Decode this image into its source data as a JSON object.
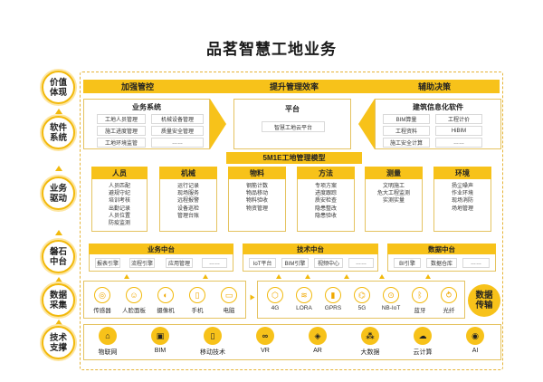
{
  "title": "品茗智慧工地业务",
  "layers": [
    {
      "label": "价值\n体现"
    },
    {
      "label": "软件\n系统"
    },
    {
      "label": "业务\n驱动"
    },
    {
      "label": "磐石\n中台"
    },
    {
      "label": "数据\n采集"
    },
    {
      "label": "技术\n支撑"
    }
  ],
  "value": [
    "加强管控",
    "提升管理效率",
    "辅助决策"
  ],
  "software": {
    "business": {
      "title": "业务系统",
      "items": [
        "工地人员管理",
        "机械设备管理",
        "施工进度管理",
        "质量安全管理",
        "工地环境监管",
        "……"
      ]
    },
    "platform": {
      "title": "平台",
      "items": [
        "智慧工地云平台"
      ]
    },
    "building": {
      "title": "建筑信息化软件",
      "items": [
        "BIM算量",
        "工程计价",
        "工程资料",
        "HiBIM",
        "施工安全计算",
        "……"
      ]
    }
  },
  "model": {
    "title": "5M1E工地管理模型"
  },
  "drivers": [
    {
      "title": "人员",
      "items": [
        "人员匹配",
        "避规守纪",
        "培训考核",
        "出勤记录",
        "人员位置",
        "防疫监测"
      ]
    },
    {
      "title": "机械",
      "items": [
        "运行记录",
        "现场服务",
        "远程报警",
        "设备巡检",
        "管理台账"
      ]
    },
    {
      "title": "物料",
      "items": [
        "钢筋计数",
        "物品移动",
        "物料验收",
        "物资管理"
      ]
    },
    {
      "title": "方法",
      "items": [
        "专项方案",
        "进度跟踪",
        "质安检查",
        "隐患整改",
        "隐患验收"
      ]
    },
    {
      "title": "测量",
      "items": [
        "文明施工",
        "危大工程监测",
        "实测实量"
      ]
    },
    {
      "title": "环境",
      "items": [
        "扬尘噪声",
        "作业环境",
        "现场消防",
        "场地管理"
      ]
    }
  ],
  "middle": [
    {
      "title": "业务中台",
      "items": [
        "报表引擎",
        "流程引擎",
        "应用管理",
        "……"
      ]
    },
    {
      "title": "技术中台",
      "items": [
        "IoT平台",
        "BIM引擎",
        "视频中心",
        "……"
      ]
    },
    {
      "title": "数据中台",
      "items": [
        "BI引擎",
        "数据仓库",
        "……"
      ]
    }
  ],
  "collection": {
    "devices": [
      {
        "label": "传感器",
        "icon": "sensor-icon"
      },
      {
        "label": "人脸面板",
        "icon": "face-panel-icon"
      },
      {
        "label": "摄像机",
        "icon": "camera-icon"
      },
      {
        "label": "手机",
        "icon": "phone-icon"
      },
      {
        "label": "电脑",
        "icon": "computer-icon"
      }
    ],
    "networks": [
      {
        "label": "4G",
        "icon": "4g-icon"
      },
      {
        "label": "LORA",
        "icon": "lora-icon"
      },
      {
        "label": "GPRS",
        "icon": "gprs-icon"
      },
      {
        "label": "5G",
        "icon": "5g-icon"
      },
      {
        "label": "NB-IoT",
        "icon": "nbiot-icon"
      },
      {
        "label": "蓝牙",
        "icon": "bluetooth-icon"
      },
      {
        "label": "光纤",
        "icon": "fiber-icon"
      }
    ],
    "transmission": "数据\n传输"
  },
  "tech": [
    {
      "label": "物联网",
      "icon": "iot-icon"
    },
    {
      "label": "BIM",
      "icon": "bim-icon"
    },
    {
      "label": "移动技术",
      "icon": "mobile-icon"
    },
    {
      "label": "VR",
      "icon": "vr-icon"
    },
    {
      "label": "AR",
      "icon": "ar-icon"
    },
    {
      "label": "大数据",
      "icon": "bigdata-icon"
    },
    {
      "label": "云计算",
      "icon": "cloud-icon"
    },
    {
      "label": "AI",
      "icon": "ai-icon"
    }
  ],
  "colors": {
    "accent": "#f7c21a",
    "border": "#e5c360"
  }
}
